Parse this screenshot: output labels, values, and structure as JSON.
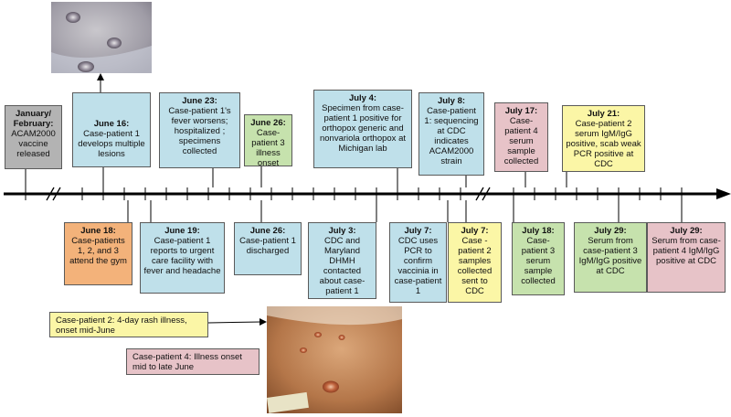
{
  "boxes_above": [
    {
      "key": "jan",
      "date": "January/ February:",
      "text": "ACAM2000 vaccine released",
      "color": "#b3b3b3"
    },
    {
      "key": "jun16",
      "date": "June 16:",
      "text": "Case-patient 1 develops multiple lesions",
      "color": "#bfe0ea"
    },
    {
      "key": "jun23",
      "date": "June 23:",
      "text": "Case-patient 1's fever worsens; hospitalized ; specimens collected",
      "color": "#bfe0ea"
    },
    {
      "key": "jun26a",
      "date": "June 26:",
      "text": "Case-patient 3 illness onset",
      "color": "#c6e2ad"
    },
    {
      "key": "jul4",
      "date": "July 4:",
      "text": "Specimen from case-patient 1 positive for orthopox generic and nonvariola orthopox at Michigan lab",
      "color": "#bfe0ea"
    },
    {
      "key": "jul8",
      "date": "July 8:",
      "text": "Case-patient 1: sequencing at CDC indicates ACAM2000 strain",
      "color": "#bfe0ea"
    },
    {
      "key": "jul17",
      "date": "July 17:",
      "text": "Case-patient 4 serum sample collected",
      "color": "#e7c3c8"
    },
    {
      "key": "jul21",
      "date": "July 21:",
      "text": "Case-patient 2 serum IgM/IgG positive, scab weak PCR positive at CDC",
      "color": "#fbf6a6"
    }
  ],
  "boxes_below": [
    {
      "key": "jun18",
      "date": "June 18:",
      "text": "Case-patients 1, 2, and 3 attend the gym",
      "color": "#f3b27a"
    },
    {
      "key": "jun19",
      "date": "June 19:",
      "text": "Case-patient 1 reports to urgent care facility with fever and headache",
      "color": "#bfe0ea"
    },
    {
      "key": "jun26b",
      "date": "June 26:",
      "text": "Case-patient 1 discharged",
      "color": "#bfe0ea"
    },
    {
      "key": "jul3",
      "date": "July 3:",
      "text": "CDC and Maryland DHMH contacted about case-patient 1",
      "color": "#bfe0ea"
    },
    {
      "key": "jul7a",
      "date": "July 7:",
      "text": "CDC uses PCR to confirm vaccinia in case-patient 1",
      "color": "#bfe0ea"
    },
    {
      "key": "jul7b",
      "date": "July 7:",
      "text": "Case - patient 2 samples collected sent to CDC",
      "color": "#fbf6a6"
    },
    {
      "key": "jul18",
      "date": "July 18:",
      "text": "Case-patient 3 serum sample collected",
      "color": "#c6e2ad"
    },
    {
      "key": "jul29a",
      "date": "July 29:",
      "text": "Serum from case-patient 3 IgM/IgG positive at CDC",
      "color": "#c6e2ad"
    },
    {
      "key": "jul29b",
      "date": "July 29:",
      "text": "Serum from case-patient 4 IgM/IgG positive at CDC",
      "color": "#e7c3c8"
    }
  ],
  "notes": {
    "cp2": "Case-patient 2: 4-day rash illness, onset mid-June",
    "cp4": "Case-patient 4: Illness onset mid to late June"
  },
  "photos": {
    "top": "photo-lesions-arm",
    "bottom": "photo-lesions-skin-with-ruler"
  }
}
